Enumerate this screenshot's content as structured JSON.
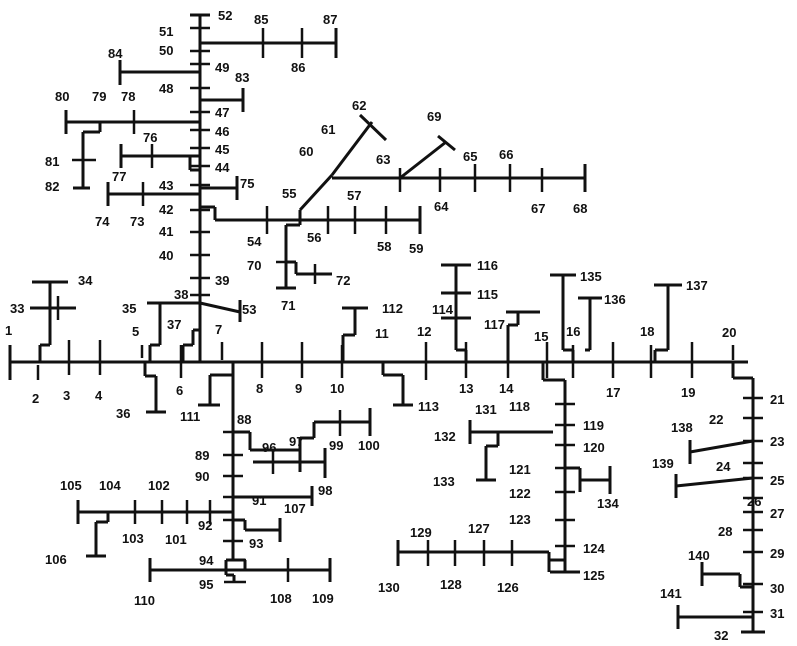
{
  "diagram": {
    "type": "radial-distribution-feeder",
    "line_color": "#111111",
    "background": "#ffffff",
    "buses": [
      "1",
      "2",
      "3",
      "4",
      "5",
      "6",
      "7",
      "8",
      "9",
      "10",
      "11",
      "12",
      "13",
      "14",
      "15",
      "16",
      "17",
      "18",
      "19",
      "20",
      "21",
      "22",
      "23",
      "24",
      "25",
      "26",
      "27",
      "28",
      "29",
      "30",
      "31",
      "32",
      "33",
      "34",
      "35",
      "36",
      "37",
      "38",
      "39",
      "40",
      "41",
      "42",
      "43",
      "44",
      "45",
      "46",
      "47",
      "48",
      "49",
      "50",
      "51",
      "52",
      "53",
      "54",
      "55",
      "56",
      "57",
      "58",
      "59",
      "60",
      "61",
      "62",
      "63",
      "64",
      "65",
      "66",
      "67",
      "68",
      "69",
      "70",
      "71",
      "72",
      "73",
      "74",
      "75",
      "76",
      "77",
      "78",
      "79",
      "80",
      "81",
      "82",
      "83",
      "84",
      "85",
      "86",
      "87",
      "88",
      "89",
      "90",
      "91",
      "92",
      "93",
      "94",
      "95",
      "96",
      "97",
      "98",
      "99",
      "100",
      "101",
      "102",
      "103",
      "104",
      "105",
      "106",
      "107",
      "108",
      "109",
      "110",
      "111",
      "112",
      "113",
      "114",
      "115",
      "116",
      "117",
      "118",
      "119",
      "120",
      "121",
      "122",
      "123",
      "124",
      "125",
      "126",
      "127",
      "128",
      "129",
      "130",
      "131",
      "132",
      "133",
      "134",
      "135",
      "136",
      "137",
      "138",
      "139",
      "140",
      "141"
    ]
  }
}
